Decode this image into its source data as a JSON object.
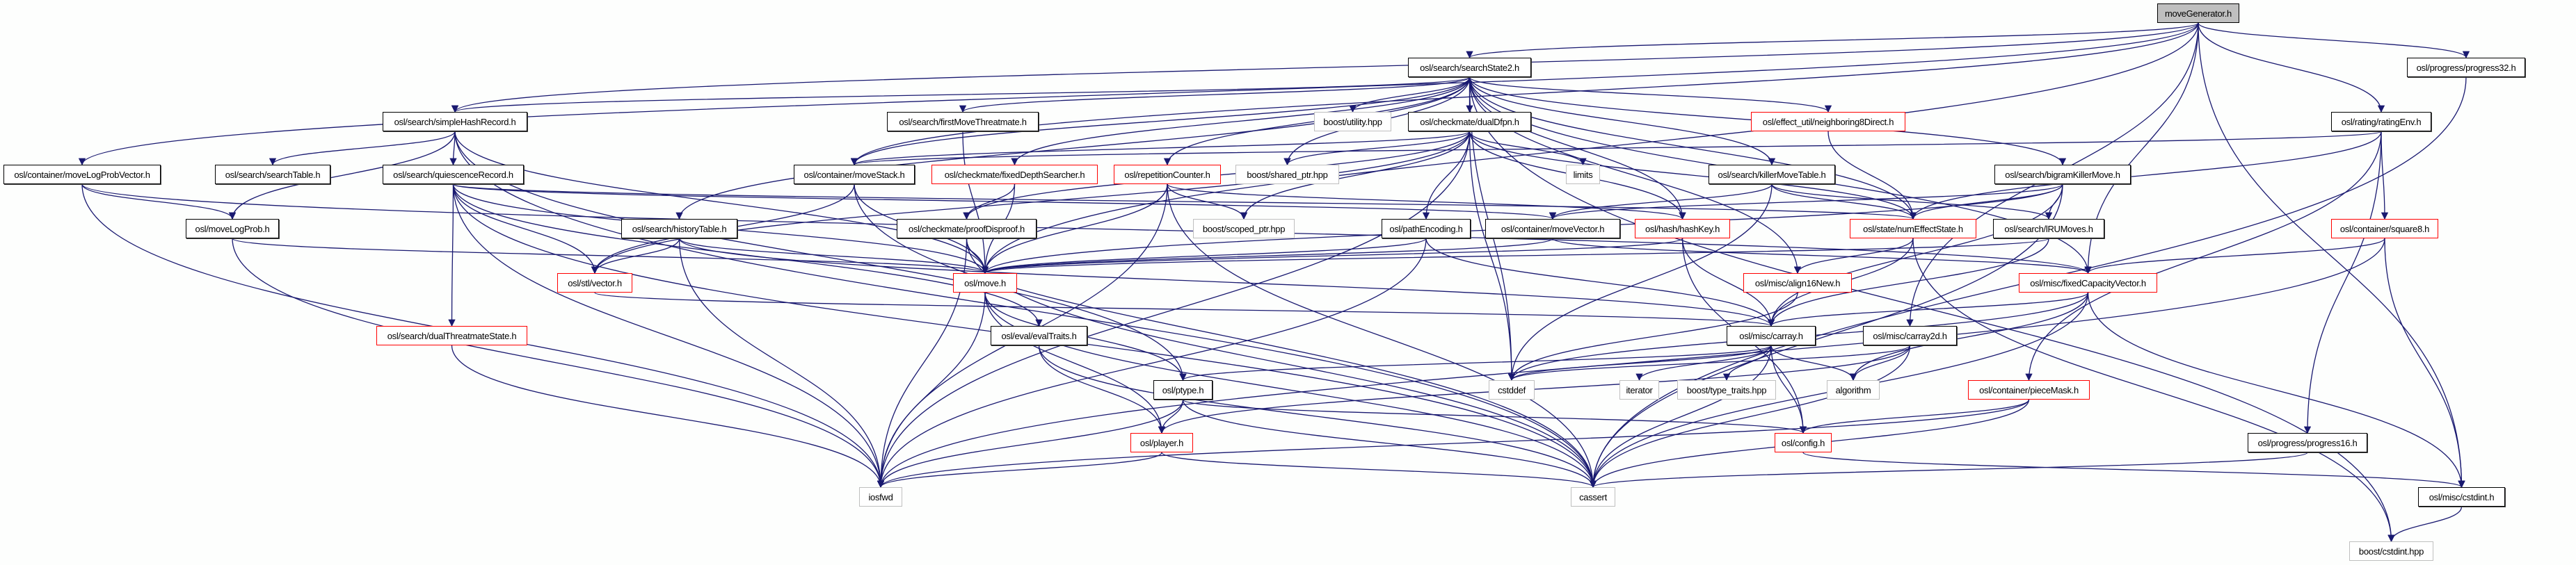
{
  "graph": {
    "title": "moveGenerator.h",
    "edge_color": "#191970",
    "nodes": [
      {
        "id": "moveGenerator",
        "label": "moveGenerator.h",
        "kind": "root"
      },
      {
        "id": "searchState2",
        "label": "osl/search/searchState2.h",
        "kind": "doc"
      },
      {
        "id": "progress32",
        "label": "osl/progress/progress32.h",
        "kind": "doc"
      },
      {
        "id": "simpleHashRecord",
        "label": "osl/search/simpleHashRecord.h",
        "kind": "doc"
      },
      {
        "id": "firstMoveThreatmate",
        "label": "osl/search/firstMoveThreatmate.h",
        "kind": "doc"
      },
      {
        "id": "boostUtility",
        "label": "boost/utility.hpp",
        "kind": "ext"
      },
      {
        "id": "dualDfpn",
        "label": "osl/checkmate/dualDfpn.h",
        "kind": "doc"
      },
      {
        "id": "neighboring8Direct",
        "label": "osl/effect_util/neighboring8Direct.h",
        "kind": "red"
      },
      {
        "id": "ratingEnv",
        "label": "osl/rating/ratingEnv.h",
        "kind": "doc"
      },
      {
        "id": "moveLogProbVector",
        "label": "osl/container/moveLogProbVector.h",
        "kind": "doc"
      },
      {
        "id": "searchTable",
        "label": "osl/search/searchTable.h",
        "kind": "doc"
      },
      {
        "id": "quiescenceRecord",
        "label": "osl/search/quiescenceRecord.h",
        "kind": "doc"
      },
      {
        "id": "moveStack",
        "label": "osl/container/moveStack.h",
        "kind": "doc"
      },
      {
        "id": "fixedDepthSearcher",
        "label": "osl/checkmate/fixedDepthSearcher.h",
        "kind": "red"
      },
      {
        "id": "repetitionCounter",
        "label": "osl/repetitionCounter.h",
        "kind": "red"
      },
      {
        "id": "sharedPtr",
        "label": "boost/shared_ptr.hpp",
        "kind": "ext"
      },
      {
        "id": "limits",
        "label": "limits",
        "kind": "ext"
      },
      {
        "id": "killerMoveTable",
        "label": "osl/search/killerMoveTable.h",
        "kind": "doc"
      },
      {
        "id": "bigramKillerMove",
        "label": "osl/search/bigramKillerMove.h",
        "kind": "doc"
      },
      {
        "id": "moveLogProb",
        "label": "osl/moveLogProb.h",
        "kind": "doc"
      },
      {
        "id": "historyTable",
        "label": "osl/search/historyTable.h",
        "kind": "doc"
      },
      {
        "id": "proofDisproof",
        "label": "osl/checkmate/proofDisproof.h",
        "kind": "doc"
      },
      {
        "id": "scopedPtr",
        "label": "boost/scoped_ptr.hpp",
        "kind": "ext"
      },
      {
        "id": "pathEncoding",
        "label": "osl/pathEncoding.h",
        "kind": "doc"
      },
      {
        "id": "moveVector",
        "label": "osl/container/moveVector.h",
        "kind": "doc"
      },
      {
        "id": "hashKey",
        "label": "osl/hash/hashKey.h",
        "kind": "red"
      },
      {
        "id": "numEffectState",
        "label": "osl/state/numEffectState.h",
        "kind": "red"
      },
      {
        "id": "lruMoves",
        "label": "osl/search/lRUMoves.h",
        "kind": "doc"
      },
      {
        "id": "square8",
        "label": "osl/container/square8.h",
        "kind": "red"
      },
      {
        "id": "stlVector",
        "label": "osl/stl/vector.h",
        "kind": "red"
      },
      {
        "id": "move",
        "label": "osl/move.h",
        "kind": "red"
      },
      {
        "id": "align16New",
        "label": "osl/misc/align16New.h",
        "kind": "red"
      },
      {
        "id": "fixedCapacityVector",
        "label": "osl/misc/fixedCapacityVector.h",
        "kind": "red"
      },
      {
        "id": "dualThreatmateState",
        "label": "osl/search/dualThreatmateState.h",
        "kind": "red"
      },
      {
        "id": "evalTraits",
        "label": "osl/eval/evalTraits.h",
        "kind": "doc"
      },
      {
        "id": "carray",
        "label": "osl/misc/carray.h",
        "kind": "doc"
      },
      {
        "id": "carray2d",
        "label": "osl/misc/carray2d.h",
        "kind": "doc"
      },
      {
        "id": "ptype",
        "label": "osl/ptype.h",
        "kind": "doc"
      },
      {
        "id": "cstddef",
        "label": "cstddef",
        "kind": "ext"
      },
      {
        "id": "iterator",
        "label": "iterator",
        "kind": "ext"
      },
      {
        "id": "typeTraits",
        "label": "boost/type_traits.hpp",
        "kind": "ext"
      },
      {
        "id": "algorithm",
        "label": "algorithm",
        "kind": "ext"
      },
      {
        "id": "pieceMask",
        "label": "osl/container/pieceMask.h",
        "kind": "red"
      },
      {
        "id": "player",
        "label": "osl/player.h",
        "kind": "red"
      },
      {
        "id": "config",
        "label": "osl/config.h",
        "kind": "red"
      },
      {
        "id": "progress16",
        "label": "osl/progress/progress16.h",
        "kind": "doc"
      },
      {
        "id": "iosfwd",
        "label": "iosfwd",
        "kind": "ext"
      },
      {
        "id": "cassert",
        "label": "cassert",
        "kind": "ext"
      },
      {
        "id": "cstdint",
        "label": "osl/misc/cstdint.h",
        "kind": "doc"
      },
      {
        "id": "boostCstdint",
        "label": "boost/cstdint.hpp",
        "kind": "ext"
      }
    ],
    "edges": [
      [
        "moveGenerator",
        "searchState2"
      ],
      [
        "moveGenerator",
        "progress32"
      ],
      [
        "moveGenerator",
        "ratingEnv"
      ],
      [
        "moveGenerator",
        "simpleHashRecord"
      ],
      [
        "moveGenerator",
        "moveLogProbVector"
      ],
      [
        "moveGenerator",
        "moveStack"
      ],
      [
        "moveGenerator",
        "cstdint"
      ],
      [
        "moveGenerator",
        "move"
      ],
      [
        "moveGenerator",
        "carray2d"
      ],
      [
        "moveGenerator",
        "fixedCapacityVector"
      ],
      [
        "searchState2",
        "simpleHashRecord"
      ],
      [
        "searchState2",
        "firstMoveThreatmate"
      ],
      [
        "searchState2",
        "boostUtility"
      ],
      [
        "searchState2",
        "dualDfpn"
      ],
      [
        "searchState2",
        "neighboring8Direct"
      ],
      [
        "searchState2",
        "moveStack"
      ],
      [
        "searchState2",
        "fixedDepthSearcher"
      ],
      [
        "searchState2",
        "repetitionCounter"
      ],
      [
        "searchState2",
        "sharedPtr"
      ],
      [
        "searchState2",
        "killerMoveTable"
      ],
      [
        "searchState2",
        "bigramKillerMove"
      ],
      [
        "searchState2",
        "historyTable"
      ],
      [
        "searchState2",
        "hashKey"
      ],
      [
        "searchState2",
        "numEffectState"
      ],
      [
        "searchState2",
        "align16New"
      ],
      [
        "searchState2",
        "fixedCapacityVector"
      ],
      [
        "searchState2",
        "cstddef"
      ],
      [
        "searchState2",
        "boostCstdint"
      ],
      [
        "progress32",
        "cassert"
      ],
      [
        "simpleHashRecord",
        "searchTable"
      ],
      [
        "simpleHashRecord",
        "quiescenceRecord"
      ],
      [
        "simpleHashRecord",
        "moveLogProb"
      ],
      [
        "simpleHashRecord",
        "cassert"
      ],
      [
        "simpleHashRecord",
        "move"
      ],
      [
        "simpleHashRecord",
        "ptype"
      ],
      [
        "firstMoveThreatmate",
        "move"
      ],
      [
        "dualDfpn",
        "moveStack"
      ],
      [
        "dualDfpn",
        "sharedPtr"
      ],
      [
        "dualDfpn",
        "limits"
      ],
      [
        "dualDfpn",
        "proofDisproof"
      ],
      [
        "dualDfpn",
        "scopedPtr"
      ],
      [
        "dualDfpn",
        "pathEncoding"
      ],
      [
        "dualDfpn",
        "hashKey"
      ],
      [
        "dualDfpn",
        "numEffectState"
      ],
      [
        "dualDfpn",
        "stlVector"
      ],
      [
        "dualDfpn",
        "cstddef"
      ],
      [
        "dualDfpn",
        "iosfwd"
      ],
      [
        "neighboring8Direct",
        "numEffectState"
      ],
      [
        "ratingEnv",
        "moveStack"
      ],
      [
        "ratingEnv",
        "numEffectState"
      ],
      [
        "ratingEnv",
        "square8"
      ],
      [
        "ratingEnv",
        "progress16"
      ],
      [
        "ratingEnv",
        "pieceMask"
      ],
      [
        "moveLogProbVector",
        "moveLogProb"
      ],
      [
        "moveLogProbVector",
        "iosfwd"
      ],
      [
        "moveLogProbVector",
        "fixedCapacityVector"
      ],
      [
        "quiescenceRecord",
        "dualThreatmateState"
      ],
      [
        "quiescenceRecord",
        "stlVector"
      ],
      [
        "quiescenceRecord",
        "move"
      ],
      [
        "quiescenceRecord",
        "moveVector"
      ],
      [
        "quiescenceRecord",
        "iosfwd"
      ],
      [
        "quiescenceRecord",
        "cassert"
      ],
      [
        "quiescenceRecord",
        "evalTraits"
      ],
      [
        "quiescenceRecord",
        "numEffectState"
      ],
      [
        "moveStack",
        "move"
      ],
      [
        "moveStack",
        "stlVector"
      ],
      [
        "moveStack",
        "cassert"
      ],
      [
        "fixedDepthSearcher",
        "proofDisproof"
      ],
      [
        "fixedDepthSearcher",
        "move"
      ],
      [
        "repetitionCounter",
        "move"
      ],
      [
        "repetitionCounter",
        "scopedPtr"
      ],
      [
        "repetitionCounter",
        "cassert"
      ],
      [
        "repetitionCounter",
        "iosfwd"
      ],
      [
        "repetitionCounter",
        "hashKey"
      ],
      [
        "killerMoveTable",
        "moveVector"
      ],
      [
        "killerMoveTable",
        "numEffectState"
      ],
      [
        "killerMoveTable",
        "cstddef"
      ],
      [
        "killerMoveTable",
        "lruMoves"
      ],
      [
        "bigramKillerMove",
        "lruMoves"
      ],
      [
        "bigramKillerMove",
        "numEffectState"
      ],
      [
        "bigramKillerMove",
        "moveVector"
      ],
      [
        "bigramKillerMove",
        "carray"
      ],
      [
        "bigramKillerMove",
        "move"
      ],
      [
        "bigramKillerMove",
        "cassert"
      ],
      [
        "moveLogProb",
        "move"
      ],
      [
        "moveLogProb",
        "iosfwd"
      ],
      [
        "historyTable",
        "stlVector"
      ],
      [
        "historyTable",
        "move"
      ],
      [
        "historyTable",
        "carray"
      ],
      [
        "historyTable",
        "iosfwd"
      ],
      [
        "proofDisproof",
        "move"
      ],
      [
        "proofDisproof",
        "iosfwd"
      ],
      [
        "proofDisproof",
        "cassert"
      ],
      [
        "pathEncoding",
        "move"
      ],
      [
        "pathEncoding",
        "carray"
      ],
      [
        "pathEncoding",
        "iosfwd"
      ],
      [
        "moveVector",
        "move"
      ],
      [
        "moveVector",
        "fixedCapacityVector"
      ],
      [
        "hashKey",
        "move"
      ],
      [
        "hashKey",
        "carray"
      ],
      [
        "hashKey",
        "config"
      ],
      [
        "numEffectState",
        "align16New"
      ],
      [
        "numEffectState",
        "carray"
      ],
      [
        "numEffectState",
        "boostCstdint"
      ],
      [
        "lruMoves",
        "move"
      ],
      [
        "lruMoves",
        "carray"
      ],
      [
        "square8",
        "fixedCapacityVector"
      ],
      [
        "square8",
        "cstdint"
      ],
      [
        "square8",
        "iosfwd"
      ],
      [
        "stlVector",
        "carray"
      ],
      [
        "move",
        "ptype"
      ],
      [
        "move",
        "player"
      ],
      [
        "move",
        "iosfwd"
      ],
      [
        "move",
        "cassert"
      ],
      [
        "align16New",
        "cstddef"
      ],
      [
        "fixedCapacityVector",
        "carray"
      ],
      [
        "fixedCapacityVector",
        "algorithm"
      ],
      [
        "fixedCapacityVector",
        "cassert"
      ],
      [
        "fixedCapacityVector",
        "cstddef"
      ],
      [
        "fixedCapacityVector",
        "cstdint"
      ],
      [
        "dualThreatmateState",
        "iosfwd"
      ],
      [
        "evalTraits",
        "player"
      ],
      [
        "evalTraits",
        "cassert"
      ],
      [
        "carray",
        "cstddef"
      ],
      [
        "carray",
        "iterator"
      ],
      [
        "carray",
        "typeTraits"
      ],
      [
        "carray",
        "algorithm"
      ],
      [
        "carray",
        "config"
      ],
      [
        "carray",
        "cassert"
      ],
      [
        "carray",
        "ptype"
      ],
      [
        "carray2d",
        "cstddef"
      ],
      [
        "carray2d",
        "algorithm"
      ],
      [
        "carray2d",
        "cassert"
      ],
      [
        "carray2d",
        "player"
      ],
      [
        "ptype",
        "player"
      ],
      [
        "ptype",
        "iosfwd"
      ],
      [
        "ptype",
        "cassert"
      ],
      [
        "ptype",
        "config"
      ],
      [
        "pieceMask",
        "config"
      ],
      [
        "pieceMask",
        "cassert"
      ],
      [
        "pieceMask",
        "iosfwd"
      ],
      [
        "player",
        "iosfwd"
      ],
      [
        "player",
        "cassert"
      ],
      [
        "config",
        "cstdint"
      ],
      [
        "progress16",
        "cassert"
      ],
      [
        "cstdint",
        "boostCstdint"
      ]
    ]
  }
}
